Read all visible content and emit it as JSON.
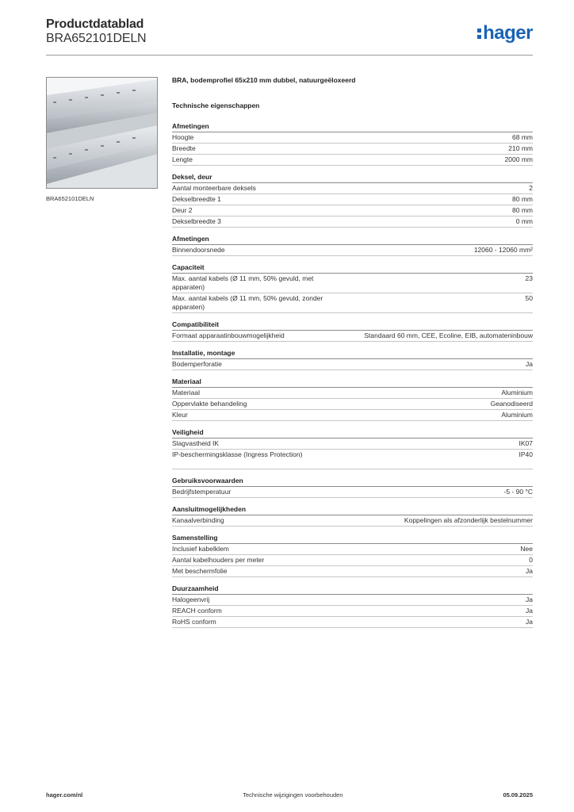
{
  "header": {
    "title": "Productdatablad",
    "product_code": "BRA652101DELN",
    "logo_text": "hager",
    "brand_color": "#1a64b4"
  },
  "image": {
    "caption": "BRA652101DELN"
  },
  "product": {
    "description": "BRA, bodemprofiel 65x210 mm dubbel, natuurgeëloxeerd",
    "tech_title": "Technische eigenschappen"
  },
  "sections": [
    {
      "title": "Afmetingen",
      "rows": [
        {
          "label": "Hoogte",
          "value": "68 mm"
        },
        {
          "label": "Breedte",
          "value": "210 mm"
        },
        {
          "label": "Lengte",
          "value": "2000 mm"
        }
      ]
    },
    {
      "title": "Deksel, deur",
      "rows": [
        {
          "label": "Aantal monteerbare deksels",
          "value": "2"
        },
        {
          "label": "Dekselbreedte 1",
          "value": "80 mm"
        },
        {
          "label": "Deur 2",
          "value": "80 mm"
        },
        {
          "label": "Dekselbreedte 3",
          "value": "0 mm"
        }
      ]
    },
    {
      "title": "Afmetingen",
      "rows": [
        {
          "label": "Binnendoorsnede",
          "value": "12060 - 12060 mm²"
        }
      ]
    },
    {
      "title": "Capaciteit",
      "rows": [
        {
          "label": "Max. aantal kabels (Ø 11 mm, 50% gevuld, met apparaten)",
          "value": "23"
        },
        {
          "label": "Max. aantal kabels (Ø 11 mm, 50% gevuld, zonder apparaten)",
          "value": "50"
        }
      ]
    },
    {
      "title": "Compatibiliteit",
      "rows": [
        {
          "label": "Formaat apparaatinbouwmogelijkheid",
          "value": "Standaard 60 mm, CEE, Ecoline, EIB, automateninbouw"
        }
      ]
    },
    {
      "title": "Installatie, montage",
      "rows": [
        {
          "label": "Bodemperforatie",
          "value": "Ja"
        }
      ]
    },
    {
      "title": "Materiaal",
      "rows": [
        {
          "label": "Materiaal",
          "value": "Aluminium"
        },
        {
          "label": "Oppervlakte behandeling",
          "value": "Geanodiseerd"
        },
        {
          "label": "Kleur",
          "value": "Aluminium"
        }
      ]
    },
    {
      "title": "Veiligheid",
      "rows": [
        {
          "label": "Slagvastheid IK",
          "value": "IK07"
        },
        {
          "label": "IP-beschermingsklasse (Ingress Protection)",
          "value": "IP40"
        }
      ]
    },
    {
      "title": "Gebruiksvoorwaarden",
      "rows": [
        {
          "label": "Bedrijfstemperatuur",
          "value": "-5 - 90 °C"
        }
      ]
    },
    {
      "title": "Aansluitmogelijkheden",
      "rows": [
        {
          "label": "Kanaalverbinding",
          "value": "Koppelingen als afzonderlijk bestelnummer"
        }
      ]
    },
    {
      "title": "Samenstelling",
      "rows": [
        {
          "label": "Inclusief kabelklem",
          "value": "Nee"
        },
        {
          "label": "Aantal kabelhouders per meter",
          "value": "0"
        },
        {
          "label": "Met beschermfolie",
          "value": "Ja"
        }
      ]
    },
    {
      "title": "Duurzaamheid",
      "rows": [
        {
          "label": "Halogeenvrij",
          "value": "Ja"
        },
        {
          "label": "REACH conform",
          "value": "Ja"
        },
        {
          "label": "RoHS conform",
          "value": "Ja"
        }
      ]
    }
  ],
  "footer": {
    "website": "hager.com/nl",
    "notice": "Technische wijzigingen voorbehouden",
    "date": "05.09.2025"
  }
}
